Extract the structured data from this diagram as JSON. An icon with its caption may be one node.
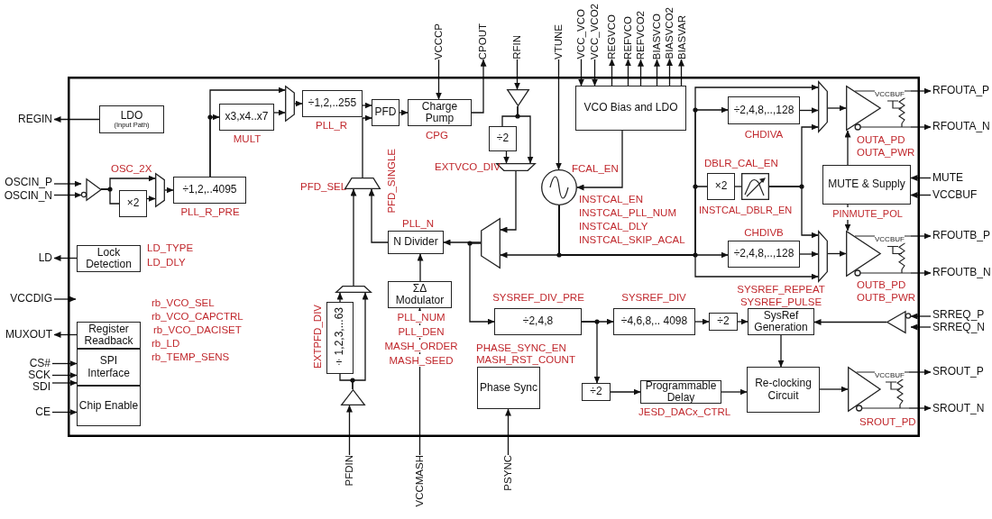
{
  "diagram": {
    "nodes": [
      {
        "text": [],
        "shape": "box"
      },
      {
        "text": [
          "REGIN"
        ]
      },
      {
        "text": [
          "OSCIN_P"
        ]
      },
      {
        "text": [
          "OSCIN_N"
        ]
      },
      {
        "text": [
          "LD"
        ]
      },
      {
        "text": [
          "VCCDIG"
        ]
      },
      {
        "text": [
          "MUXOUT"
        ]
      },
      {
        "text": [
          "CS#"
        ]
      },
      {
        "text": [
          "SCK"
        ]
      },
      {
        "text": [
          "SDI"
        ]
      },
      {
        "text": [
          "CE"
        ]
      },
      {
        "text": [
          "VCCCP"
        ]
      },
      {
        "text": [
          "CPOUT"
        ]
      },
      {
        "text": [
          "RFIN"
        ]
      },
      {
        "text": [
          "VTUNE"
        ]
      },
      {
        "text": [
          "VCC_VCO"
        ]
      },
      {
        "text": [
          "VCC_VCO2"
        ]
      },
      {
        "text": [
          "REGVCO"
        ]
      },
      {
        "text": [
          "REFVCO"
        ]
      },
      {
        "text": [
          "REFVCO2"
        ]
      },
      {
        "text": [
          "BIASVCO"
        ]
      },
      {
        "text": [
          "BIASVCO2"
        ]
      },
      {
        "text": [
          "BIASVAR"
        ]
      },
      {
        "text": [
          "RFOUTA_P"
        ]
      },
      {
        "text": [
          "RFOUTA_N"
        ]
      },
      {
        "text": [
          "MUTE"
        ]
      },
      {
        "text": [
          "VCCBUF"
        ]
      },
      {
        "text": [
          "RFOUTB_P"
        ]
      },
      {
        "text": [
          "RFOUTB_N"
        ]
      },
      {
        "text": [
          "SRREQ_P"
        ]
      },
      {
        "text": [
          "SRREQ_N"
        ]
      },
      {
        "text": [
          "SROUT_P"
        ]
      },
      {
        "text": [
          "SROUT_N"
        ]
      },
      {
        "text": [
          "PFDIN"
        ]
      },
      {
        "text": [
          "VCCMASH"
        ]
      },
      {
        "text": [
          "PSYNC"
        ]
      },
      {
        "text": [
          "LDO",
          "(Input Path)"
        ],
        "in": 0
      },
      {
        "text": [],
        "shape": "triangle",
        "in": 0
      },
      {
        "text": [
          "×2"
        ],
        "in": 0
      },
      {
        "text": [],
        "shape": "trapezoid",
        "in": 0,
        "beside": [
          "OSC_2X"
        ]
      },
      {
        "text": [
          "÷1,2,..4095"
        ],
        "in": 0,
        "beside": [
          "PLL_R_PRE"
        ]
      },
      {
        "text": [
          "x3,x4..x7"
        ],
        "in": 0,
        "beside": [
          "MULT"
        ]
      },
      {
        "text": [],
        "shape": "trapezoid",
        "in": 0
      },
      {
        "text": [
          "÷1,2,..255"
        ],
        "in": 0,
        "beside": [
          "PLL_R"
        ]
      },
      {
        "text": [
          "PFD"
        ],
        "in": 0
      },
      {
        "text": [
          "Charge Pump"
        ],
        "in": 0,
        "beside": [
          "CPG"
        ]
      },
      {
        "text": [],
        "shape": "triangle",
        "in": 0
      },
      {
        "text": [
          "÷2"
        ],
        "in": 0
      },
      {
        "text": [],
        "shape": "trapezoid",
        "in": 0,
        "beside": [
          "EXTVCO_DIV"
        ]
      },
      {
        "text": [],
        "shape": "circle",
        "in": 0,
        "beside": [
          "FCAL_EN",
          "INSTCAL_EN",
          "INSTCAL_PLL_NUM",
          "INSTCAL_DLY",
          "INSTCAL_SKIP_ACAL"
        ]
      },
      {
        "text": [
          "VCO Bias and LDO"
        ],
        "in": 0
      },
      {
        "text": [],
        "shape": "trapezoid",
        "in": 0,
        "beside": [
          "PFD_SEL"
        ]
      },
      {
        "text": [
          "N Divider"
        ],
        "in": 0,
        "beside": [
          "PLL_N"
        ]
      },
      {
        "text": [],
        "shape": "trapezoid",
        "in": 0
      },
      {
        "text": [
          "ΣΔ Modulator"
        ],
        "in": 0,
        "beside": [
          "PLL_NUM",
          "PLL_DEN",
          "MASH_ORDER",
          "MASH_SEED"
        ]
      },
      {
        "text": [],
        "shape": "trapezoid",
        "in": 0
      },
      {
        "text": [
          "÷1,2,3,...63"
        ],
        "in": 0,
        "beside": [
          "EXTPFD_DIV"
        ]
      },
      {
        "text": [],
        "shape": "triangle",
        "in": 0
      },
      {
        "text": [
          "÷2,4,8,..,128"
        ],
        "in": 0,
        "beside": [
          "CHDIVA"
        ]
      },
      {
        "text": [
          "×2"
        ],
        "in": 0,
        "beside": [
          "DBLR_CAL_EN"
        ]
      },
      {
        "text": [],
        "shape": "box",
        "in": 0,
        "beside": [
          "INSTCAL_DBLR_EN"
        ]
      },
      {
        "text": [
          "÷2,4,8,..,128"
        ],
        "in": 0,
        "beside": [
          "CHDIVB"
        ]
      },
      {
        "text": [],
        "shape": "trapezoid",
        "in": 0
      },
      {
        "text": [],
        "shape": "triangle",
        "in": 0,
        "beside": [
          "OUTA_PD",
          "OUTA_PWR"
        ]
      },
      {
        "text": [
          "MUTE & Supply"
        ],
        "in": 0,
        "beside": [
          "PINMUTE_POL"
        ]
      },
      {
        "text": [],
        "shape": "trapezoid",
        "in": 0
      },
      {
        "text": [],
        "shape": "triangle",
        "in": 0,
        "beside": [
          "OUTB_PD",
          "OUTB_PWR"
        ]
      },
      {
        "text": [
          "÷2,4,8"
        ],
        "in": 0,
        "beside": [
          "SYSREF_DIV_PRE"
        ]
      },
      {
        "text": [
          "÷4,6,8,.. 4098"
        ],
        "in": 0,
        "beside": [
          "SYSREF_DIV"
        ]
      },
      {
        "text": [
          "÷2"
        ],
        "in": 0
      },
      {
        "text": [
          "SysRef Generation"
        ],
        "in": 0,
        "beside": [
          "SYSREF_REPEAT",
          "SYSREF_PULSE"
        ]
      },
      {
        "text": [],
        "shape": "triangle",
        "in": 0
      },
      {
        "text": [
          "Phase Sync"
        ],
        "in": 0,
        "beside": [
          "PHASE_SYNC_EN",
          "MASH_RST_COUNT"
        ]
      },
      {
        "text": [
          "÷2"
        ],
        "in": 0
      },
      {
        "text": [
          "Programmable Delay"
        ],
        "in": 0,
        "beside": [
          "JESD_DACx_CTRL"
        ]
      },
      {
        "text": [
          "Re-clocking Circuit"
        ],
        "in": 0
      },
      {
        "text": [],
        "shape": "triangle",
        "in": 0,
        "beside": [
          "SROUT_PD"
        ]
      },
      {
        "text": [
          "Lock Detection"
        ],
        "in": 0,
        "beside": [
          "LD_TYPE",
          "LD_DLY"
        ]
      },
      {
        "text": [
          "Register Readback"
        ],
        "in": 0
      },
      {
        "text": [
          "SPI Interface"
        ],
        "in": 0
      },
      {
        "text": [
          "Chip Enable"
        ],
        "in": 0
      }
    ],
    "edges": [
      {
        "from": 36,
        "to": 1,
        "arrow": "to"
      },
      {
        "from": 2,
        "to": 37,
        "arrow": "to"
      },
      {
        "from": 3,
        "to": 37,
        "arrow": "to"
      },
      {
        "from": 37,
        "to": 39,
        "arrow": "to"
      },
      {
        "from": 37,
        "to": 38,
        "arrow": "none"
      },
      {
        "from": 38,
        "to": 39,
        "arrow": "to"
      },
      {
        "from": 39,
        "to": 40,
        "arrow": "to"
      },
      {
        "from": 40,
        "to": 41,
        "arrow": "to"
      },
      {
        "from": 40,
        "to": 42,
        "arrow": "to"
      },
      {
        "from": 41,
        "to": 42,
        "arrow": "to"
      },
      {
        "from": 42,
        "to": 43,
        "arrow": "to"
      },
      {
        "from": 43,
        "to": 44,
        "arrow": "to"
      },
      {
        "from": 44,
        "to": 45,
        "arrow": "to"
      },
      {
        "from": 11,
        "to": 45,
        "arrow": "to"
      },
      {
        "from": 45,
        "to": 12,
        "arrow": "to"
      },
      {
        "from": 13,
        "to": 46,
        "arrow": "to"
      },
      {
        "from": 46,
        "to": 47,
        "arrow": "none"
      },
      {
        "from": 46,
        "to": 48,
        "arrow": "to"
      },
      {
        "from": 47,
        "to": 48,
        "arrow": "to"
      },
      {
        "from": 48,
        "to": 53,
        "arrow": "to"
      },
      {
        "from": 49,
        "to": 53,
        "arrow": "to"
      },
      {
        "from": 53,
        "to": 52,
        "arrow": "to"
      },
      {
        "from": 52,
        "to": 51,
        "arrow": "to"
      },
      {
        "from": 51,
        "to": 44,
        "arrow": "to"
      },
      {
        "from": 54,
        "to": 52,
        "arrow": "to"
      },
      {
        "from": 34,
        "to": 54,
        "arrow": "to"
      },
      {
        "from": 55,
        "to": 51,
        "arrow": "to"
      },
      {
        "from": 56,
        "to": 55,
        "arrow": "to"
      },
      {
        "from": 57,
        "to": 56,
        "arrow": "none"
      },
      {
        "from": 57,
        "to": 55,
        "arrow": "to"
      },
      {
        "from": 33,
        "to": 57,
        "arrow": "to"
      },
      {
        "from": 14,
        "to": 49,
        "arrow": "to"
      },
      {
        "from": 15,
        "to": 50,
        "arrow": "to"
      },
      {
        "from": 16,
        "to": 50,
        "arrow": "to"
      },
      {
        "from": 50,
        "to": 17,
        "arrow": "to"
      },
      {
        "from": 50,
        "to": 18,
        "arrow": "to"
      },
      {
        "from": 50,
        "to": 19,
        "arrow": "to"
      },
      {
        "from": 50,
        "to": 20,
        "arrow": "to"
      },
      {
        "from": 50,
        "to": 21,
        "arrow": "to"
      },
      {
        "from": 50,
        "to": 22,
        "arrow": "to"
      },
      {
        "from": 50,
        "to": 49,
        "arrow": "to"
      },
      {
        "from": 49,
        "to": 58,
        "arrow": "to"
      },
      {
        "from": 49,
        "to": 62,
        "arrow": "to"
      },
      {
        "from": 49,
        "to": 59,
        "arrow": "none"
      },
      {
        "from": 49,
        "to": 61,
        "arrow": "to"
      },
      {
        "from": 49,
        "to": 65,
        "arrow": "to"
      },
      {
        "from": 58,
        "to": 62,
        "arrow": "to"
      },
      {
        "from": 61,
        "to": 65,
        "arrow": "to"
      },
      {
        "from": 59,
        "to": 60,
        "arrow": "none"
      },
      {
        "from": 60,
        "to": 62,
        "arrow": "to"
      },
      {
        "from": 60,
        "to": 65,
        "arrow": "to"
      },
      {
        "from": 62,
        "to": 63,
        "arrow": "to"
      },
      {
        "from": 65,
        "to": 66,
        "arrow": "to"
      },
      {
        "from": 63,
        "to": 23,
        "arrow": "to"
      },
      {
        "from": 63,
        "to": 24,
        "arrow": "to"
      },
      {
        "from": 25,
        "to": 64,
        "arrow": "to"
      },
      {
        "from": 26,
        "to": 64,
        "arrow": "to"
      },
      {
        "from": 64,
        "to": 63,
        "arrow": "to"
      },
      {
        "from": 64,
        "to": 66,
        "arrow": "to"
      },
      {
        "from": 66,
        "to": 27,
        "arrow": "to"
      },
      {
        "from": 66,
        "to": 28,
        "arrow": "to"
      },
      {
        "from": 53,
        "to": 67,
        "arrow": "to"
      },
      {
        "from": 67,
        "to": 68,
        "arrow": "to"
      },
      {
        "from": 67,
        "to": 73,
        "arrow": "to"
      },
      {
        "from": 68,
        "to": 69,
        "arrow": "to"
      },
      {
        "from": 69,
        "to": 70,
        "arrow": "to"
      },
      {
        "from": 29,
        "to": 71,
        "arrow": "to"
      },
      {
        "from": 30,
        "to": 71,
        "arrow": "to"
      },
      {
        "from": 71,
        "to": 70,
        "arrow": "to"
      },
      {
        "from": 70,
        "to": 75,
        "arrow": "to"
      },
      {
        "from": 73,
        "to": 74,
        "arrow": "to"
      },
      {
        "from": 74,
        "to": 75,
        "arrow": "to"
      },
      {
        "from": 75,
        "to": 76,
        "arrow": "to"
      },
      {
        "from": 76,
        "to": 31,
        "arrow": "to"
      },
      {
        "from": 76,
        "to": 32,
        "arrow": "to"
      },
      {
        "from": 35,
        "to": 72,
        "arrow": "to"
      },
      {
        "from": 77,
        "to": 4,
        "arrow": "to"
      },
      {
        "from": 78,
        "to": 6,
        "arrow": "to"
      },
      {
        "from": 7,
        "to": 79,
        "arrow": "to"
      },
      {
        "from": 8,
        "to": 79,
        "arrow": "to"
      },
      {
        "from": 9,
        "to": 79,
        "arrow": "to"
      },
      {
        "from": 10,
        "to": 80,
        "arrow": "to"
      },
      {
        "from": 5,
        "to": null,
        "arrow": "to"
      }
    ],
    "labels": [
      "PFD_SINGLE",
      "rb_VCO_SEL",
      "rb_VCO_CAPCTRL",
      "rb_VCO_DACISET",
      "rb_LD",
      "rb_TEMP_SENS",
      "VCCBUF",
      "VCCBUF",
      "VCCBUF"
    ]
  }
}
